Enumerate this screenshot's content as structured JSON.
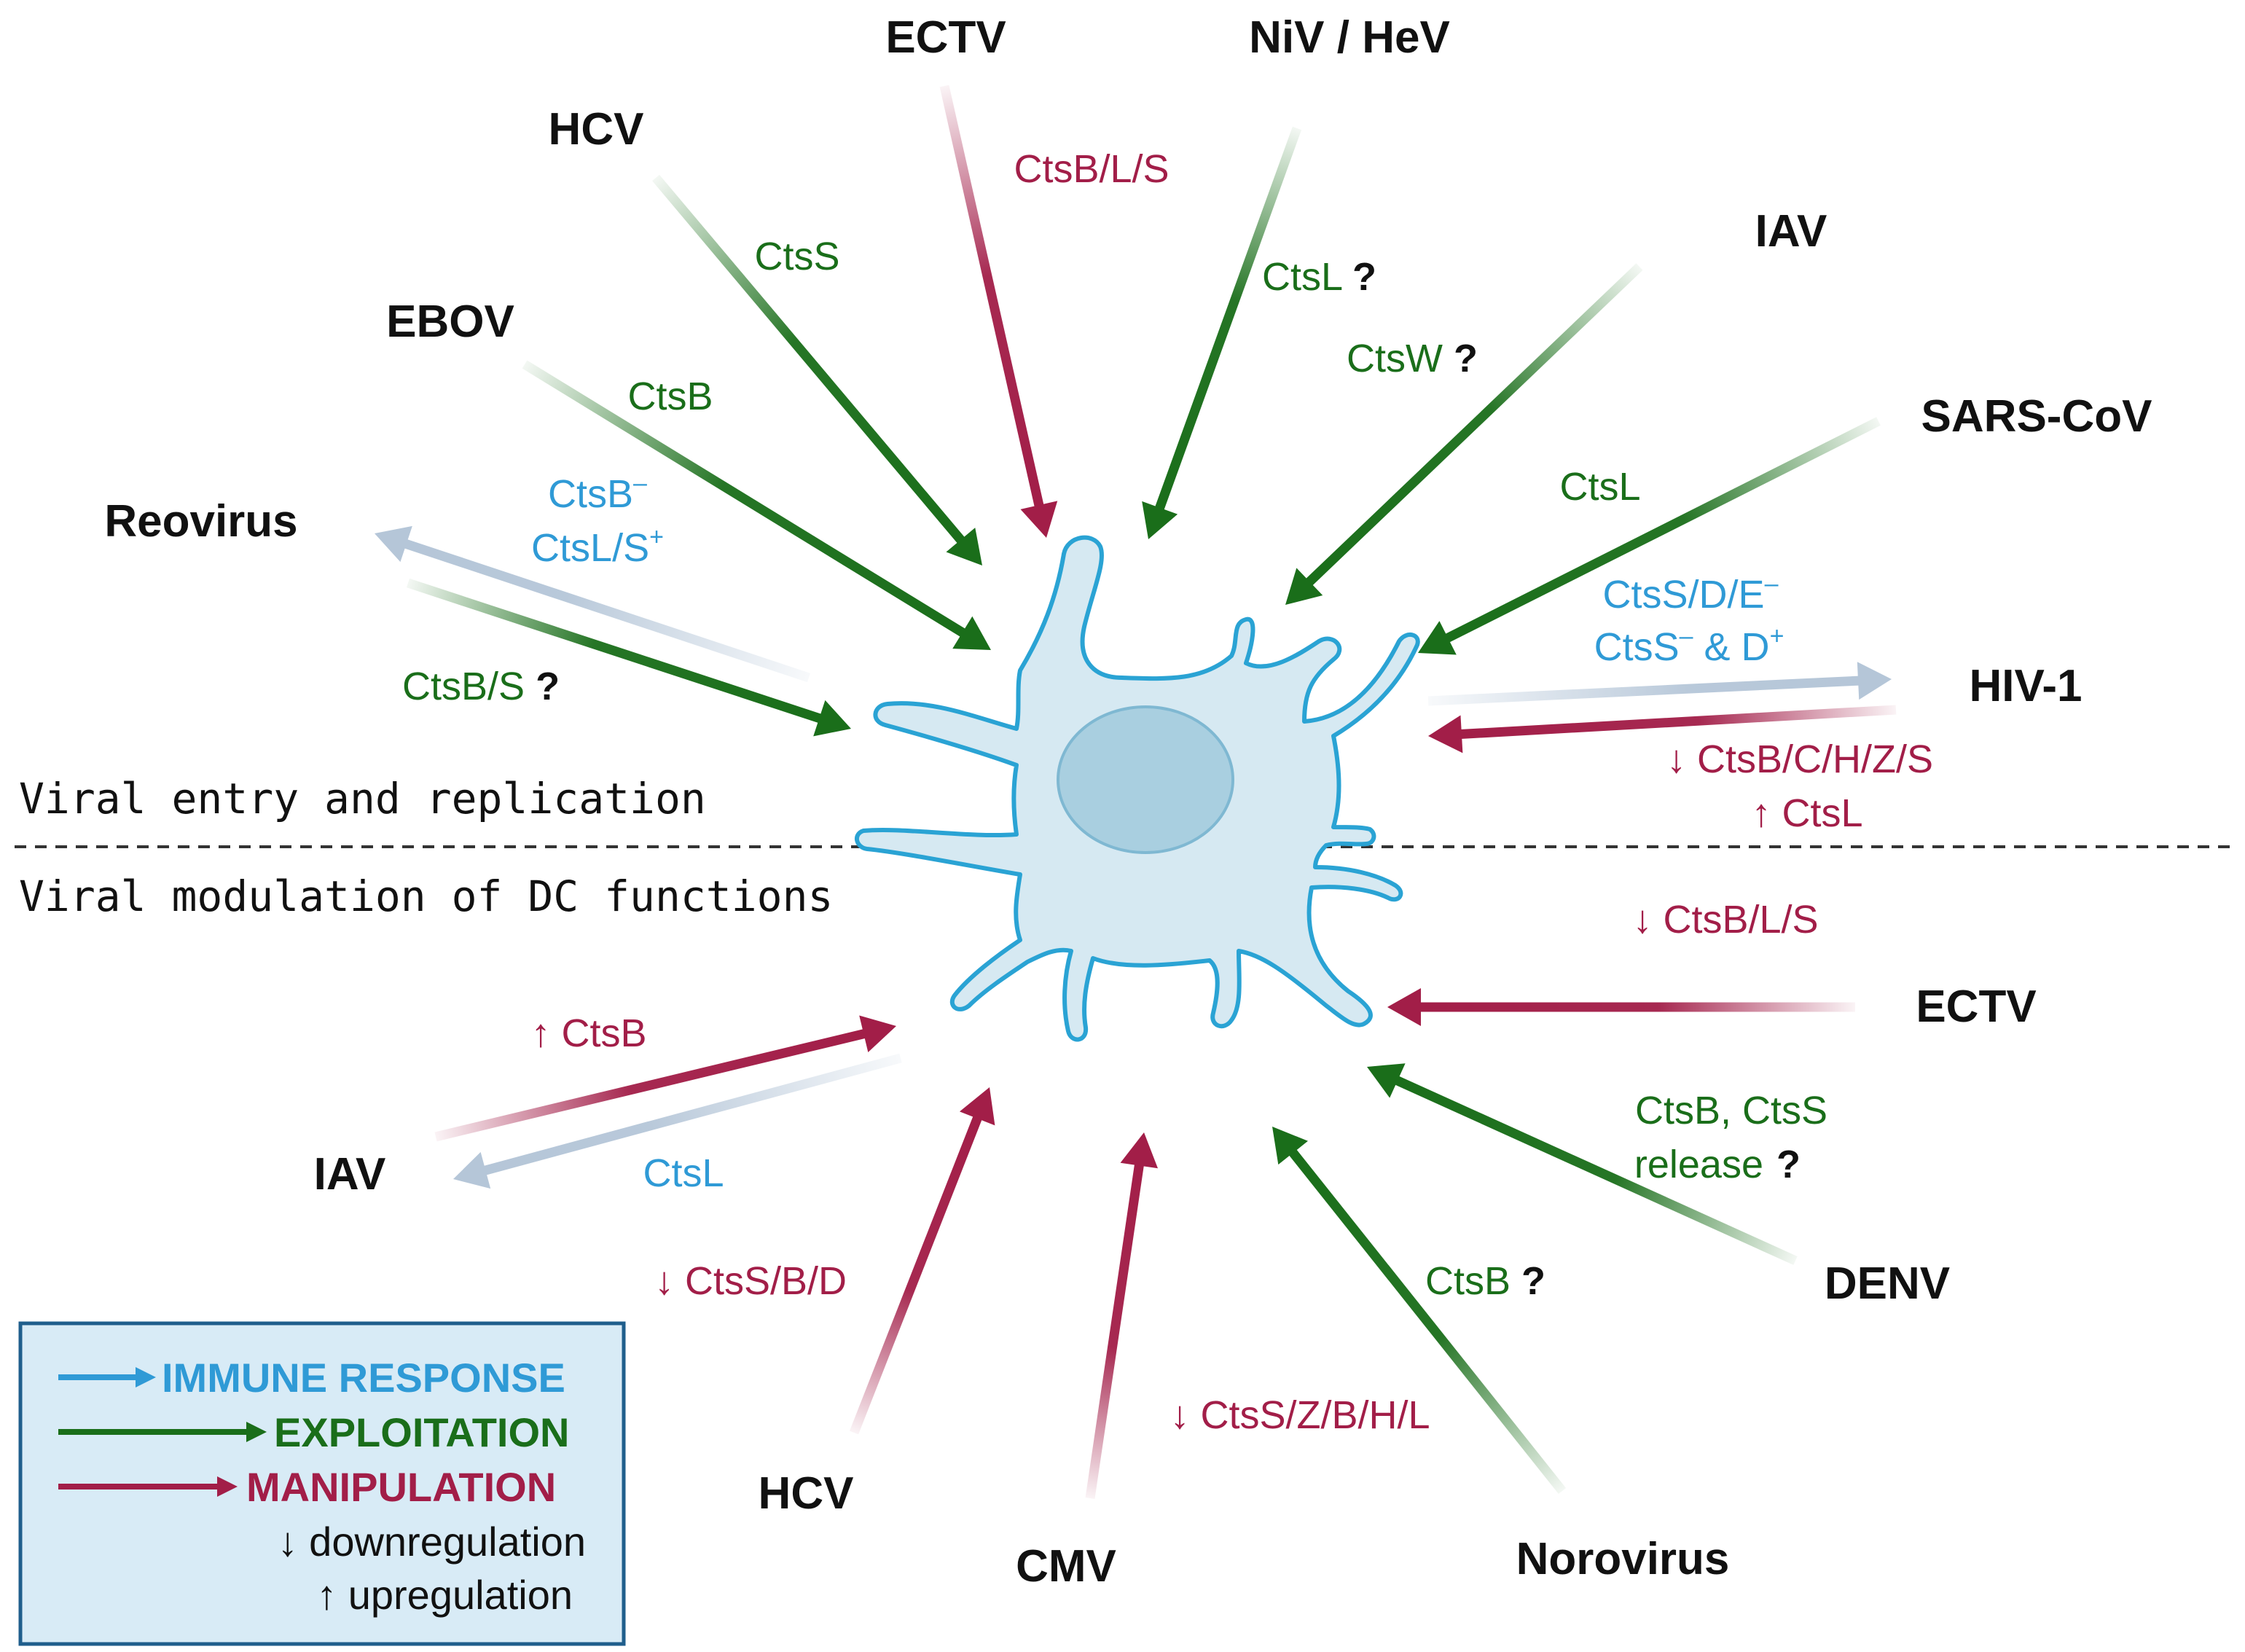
{
  "colors": {
    "immune": "#2f9ad6",
    "exploitation": "#1a6e1a",
    "manipulation": "#a21e48",
    "cell_fill": "#d6e9f2",
    "cell_stroke": "#2aa3d4",
    "nucleus_fill": "#a9cfe0",
    "nucleus_stroke": "#7fb8d2",
    "legend_fill": "#d8ebf6",
    "legend_stroke": "#1f5e8c"
  },
  "sections": {
    "top": "Viral entry and replication",
    "bottom": "Viral modulation of DC functions"
  },
  "viruses": {
    "ectv_top": "ECTV",
    "niv_hev": "NiV / HeV",
    "hcv_top": "HCV",
    "iav_top": "IAV",
    "ebov": "EBOV",
    "sars": "SARS-CoV",
    "reovirus": "Reovirus",
    "hiv": "HIV-1",
    "ectv_bottom": "ECTV",
    "iav_bottom": "IAV",
    "denv": "DENV",
    "hcv_bottom": "HCV",
    "cmv": "CMV",
    "norovirus": "Norovirus"
  },
  "labels": {
    "ectv_top": "CtsB/L/S",
    "hcv_top": "CtsS",
    "niv": "CtsL",
    "niv_q": "?",
    "iav_top": "CtsW",
    "iav_top_q": "?",
    "ebov": "CtsB",
    "sars": "CtsL",
    "reo_imm_1": "CtsB",
    "reo_imm_1_sup": "–",
    "reo_imm_2": "CtsL/S",
    "reo_imm_2_sup": "+",
    "reo_exp": "CtsB/S",
    "reo_exp_q": "?",
    "hiv_imm_1": "CtsS/D/E",
    "hiv_imm_1_sup": "–",
    "hiv_imm_2a": "CtsS",
    "hiv_imm_2a_sup": "–",
    "hiv_imm_2b": " & D",
    "hiv_imm_2b_sup": "+",
    "hiv_man_1": "↓ CtsB/C/H/Z/S",
    "hiv_man_2": "↑ CtsL",
    "ectv_bottom": "↓ CtsB/L/S",
    "iav_man": "↑ CtsB",
    "iav_imm": "CtsL",
    "denv_1": "CtsB, CtsS",
    "denv_2": "release",
    "denv_q": "?",
    "noro": "CtsB",
    "noro_q": "?",
    "hcv_bottom": "↓ CtsS/B/D",
    "cmv": "↓ CtsS/Z/B/H/L"
  },
  "legend": {
    "immune": "IMMUNE RESPONSE",
    "exploitation": "EXPLOITATION",
    "manipulation": "MANIPULATION",
    "down": "↓ downregulation",
    "up": "↑ upregulation"
  }
}
